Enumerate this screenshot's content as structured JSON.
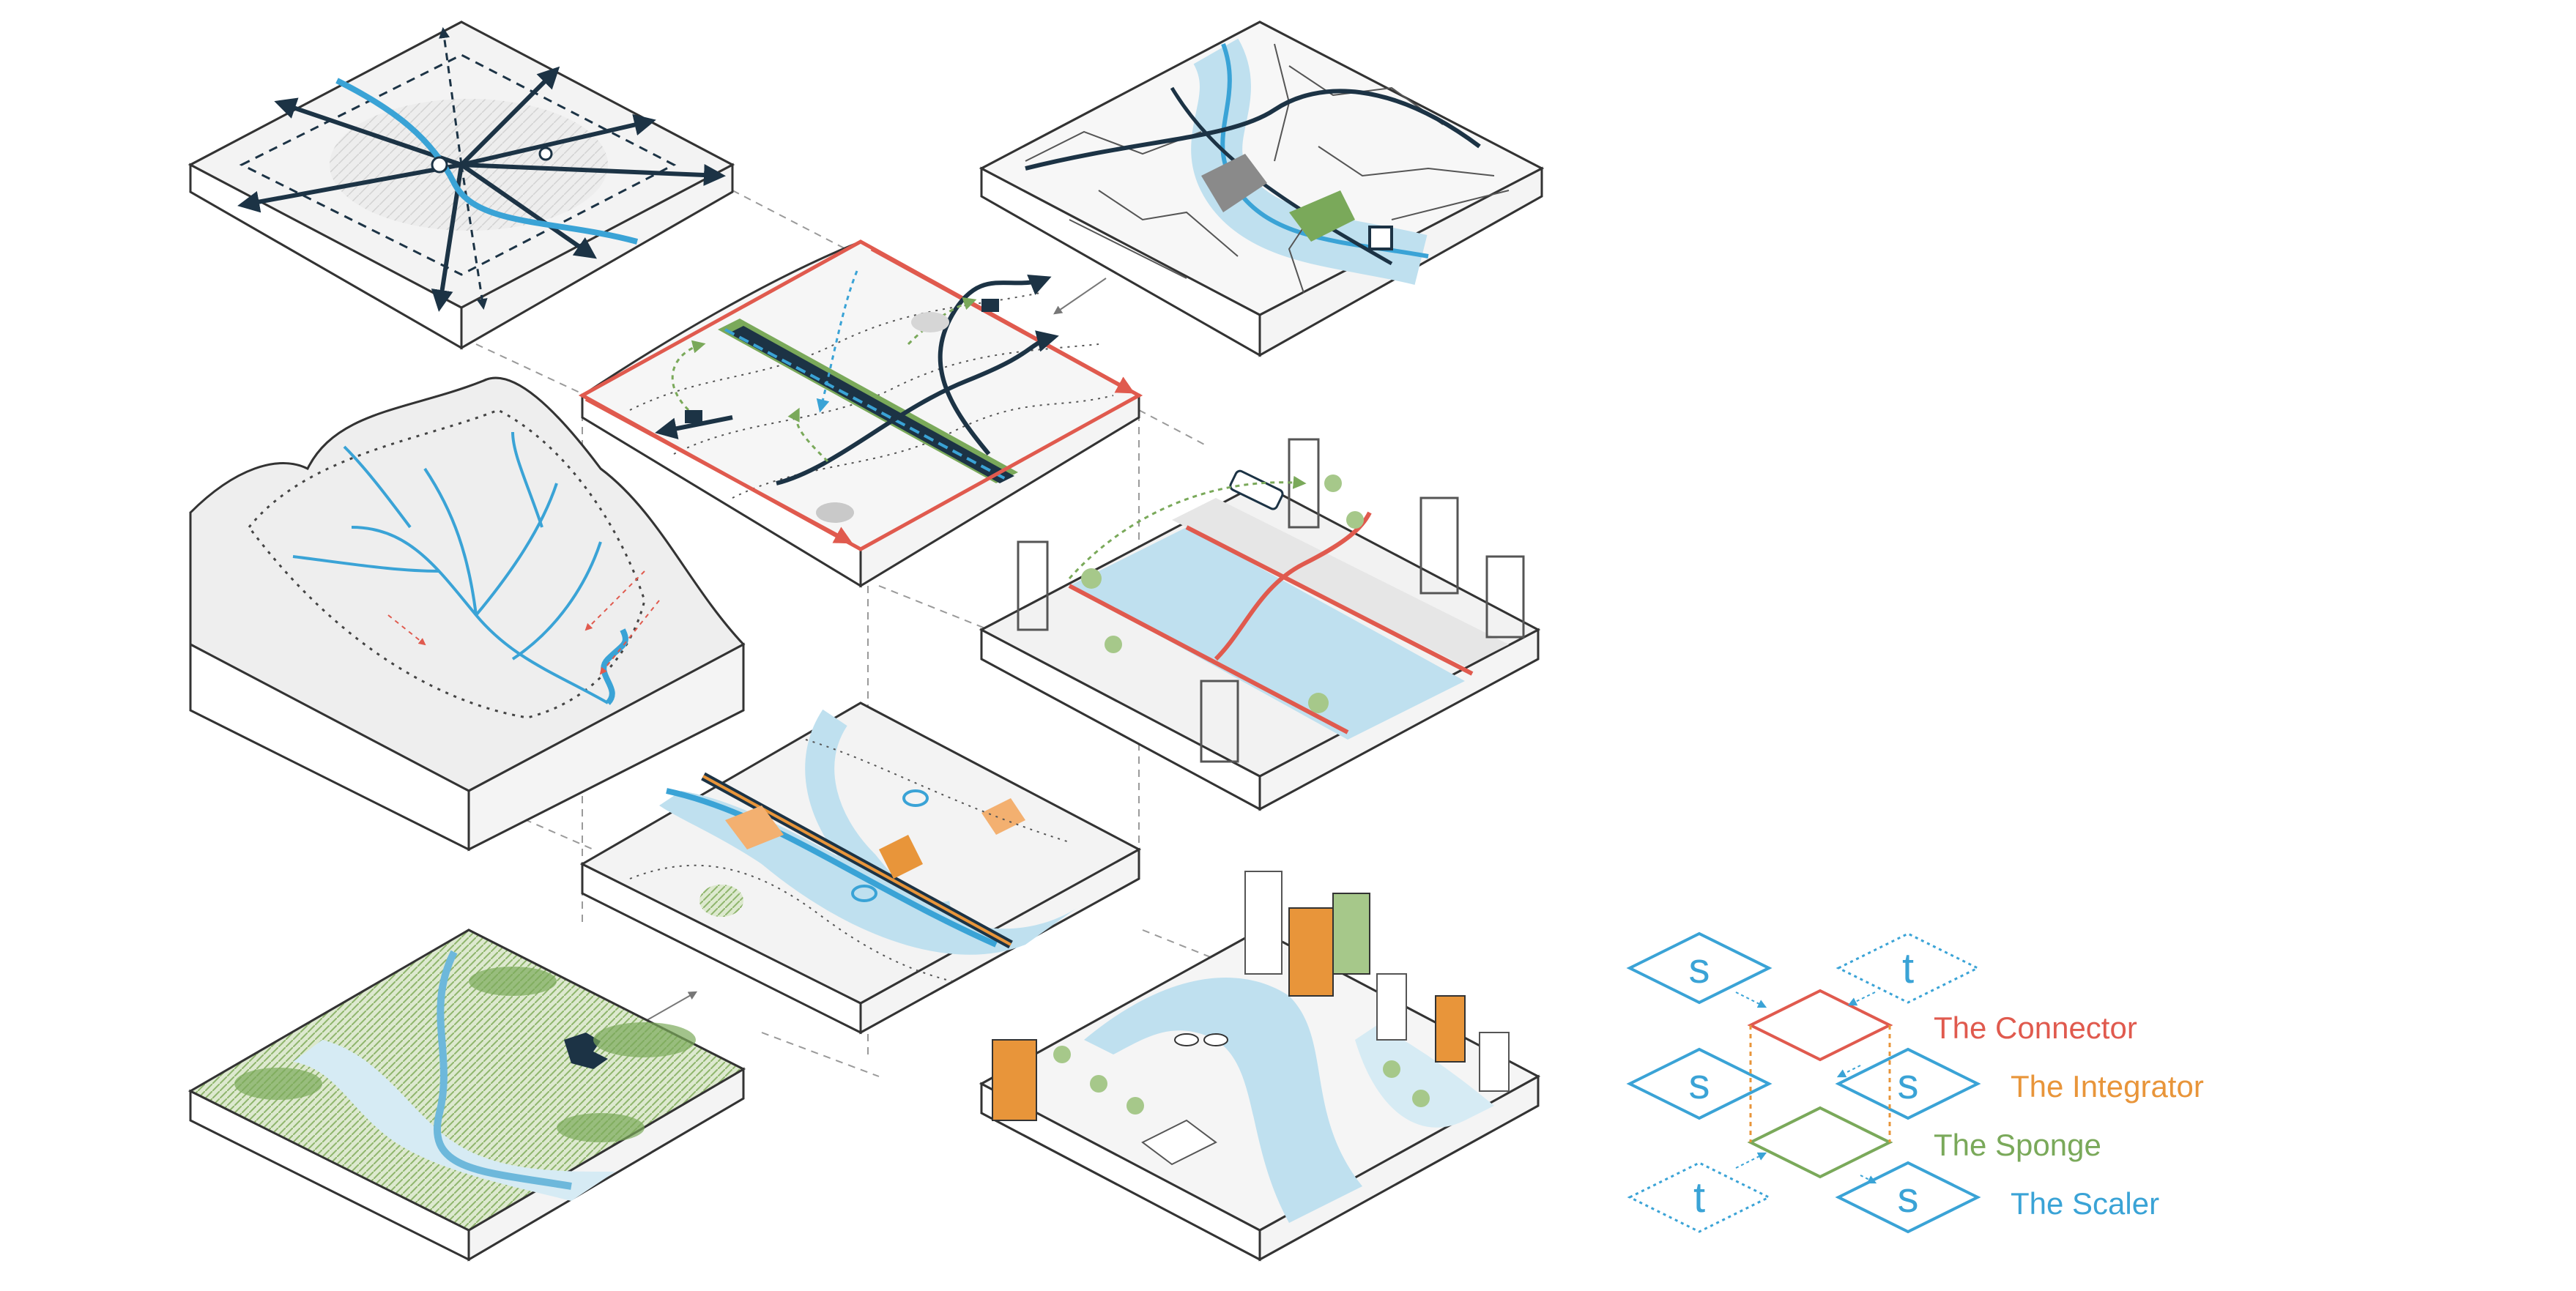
{
  "legend": {
    "items": [
      {
        "key": "connector",
        "label": "The Connector",
        "color": "#e05a4e"
      },
      {
        "key": "integrator",
        "label": "The Integrator",
        "color": "#e8953a"
      },
      {
        "key": "sponge",
        "label": "The Sponge",
        "color": "#7aa95a"
      },
      {
        "key": "scaler",
        "label": "The Scaler",
        "color": "#3aa3d6"
      }
    ],
    "tile_letters": [
      "s",
      "t",
      "s",
      "s",
      "t",
      "s"
    ]
  },
  "colors": {
    "connector": "#e05a4e",
    "integrator": "#e8953a",
    "sponge": "#7aa95a",
    "scaler": "#3aa3d6",
    "water": "#bfe0ef",
    "dark_infra": "#1c3345",
    "outline": "#333333"
  },
  "blocks": [
    {
      "id": "city-radial-map",
      "icon": "radial-network-icon"
    },
    {
      "id": "river-city-map",
      "icon": "street-network-icon"
    },
    {
      "id": "watershed-terrain",
      "icon": "river-catchment-icon"
    },
    {
      "id": "connector-corridor-plan",
      "icon": "connector-arrows-icon"
    },
    {
      "id": "street-section-perspective",
      "icon": "tram-street-icon"
    },
    {
      "id": "integrator-plan",
      "icon": "floodplain-icon"
    },
    {
      "id": "green-terrain-map",
      "icon": "vegetation-terrain-icon"
    },
    {
      "id": "riverside-perspective",
      "icon": "riverbank-buildings-icon"
    }
  ]
}
